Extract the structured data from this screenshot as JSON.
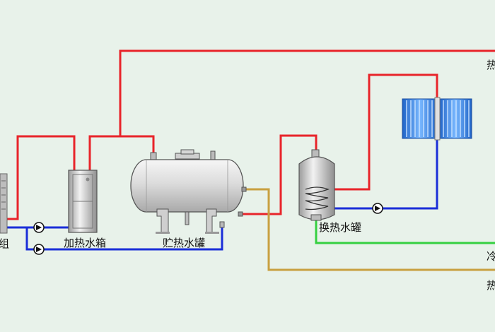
{
  "labels": {
    "left_cut": "组",
    "heating_tank": "加热水箱",
    "storage_tank": "贮热水罐",
    "exchange_tank": "换热水罐",
    "right_1": "热",
    "right_2": "冷",
    "right_3": "热"
  },
  "colors": {
    "background": "#e8f2ea",
    "hot_pipe": "#e8242a",
    "return_pipe": "#1a2ed8",
    "cold_pipe": "#35d040",
    "hot_supply_pipe": "#c8a040",
    "equipment": "#d8d8d8",
    "collector": "#3a8be8"
  },
  "icons": [
    "pump-icon",
    "pump-icon",
    "pump-icon"
  ]
}
